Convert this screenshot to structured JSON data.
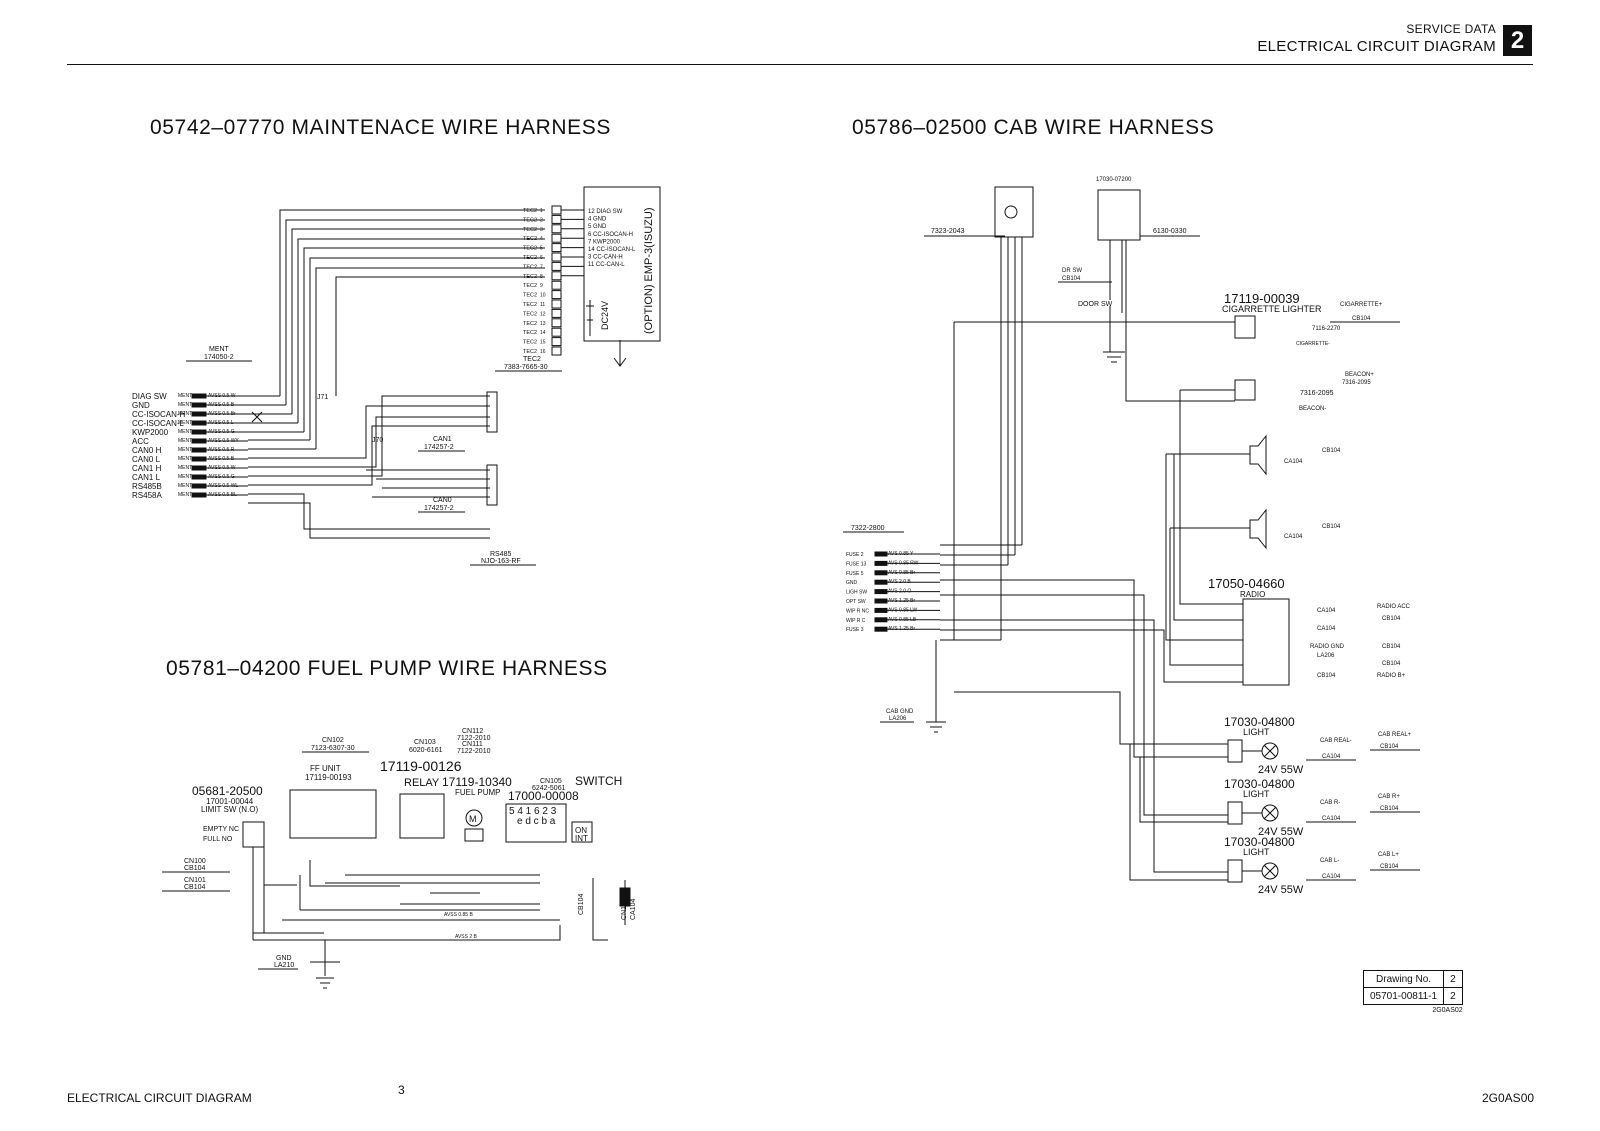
{
  "header": {
    "section": "SERVICE DATA",
    "title": "ELECTRICAL CIRCUIT DIAGRAM",
    "chapter": "2"
  },
  "sections": {
    "maintenance": "05742–07770  MAINTENACE WIRE HARNESS",
    "fuel_pump": "05781–04200  FUEL PUMP WIRE HARNESS",
    "cab": "05786–02500  CAB WIRE HARNESS"
  },
  "maintenance": {
    "signals": [
      "DIAG SW",
      "GND",
      "CC-ISOCAN-H",
      "CC-ISOCAN-L",
      "KWP2000",
      "ACC",
      "CAN0 H",
      "CAN0 L",
      "CAN1 H",
      "CAN1 L",
      "RS485B",
      "RS458A"
    ],
    "wires": [
      "AVSS 0.5 W",
      "AVSS 0.5 B",
      "AVSS 0.5 Br",
      "AVSS 0.5 L",
      "AVSS 0.5 G",
      "AVSS 0.5 WY",
      "AVSS 0.5 R",
      "AVSS 0.5 B",
      "AVSS 0.5 W",
      "AVSS 0.5 G",
      "AVSS 0.5 WL",
      "AVSS 0.5 BL"
    ],
    "ment_label": "MENT",
    "ment_part": "174050-2",
    "tec_label": "TEC2",
    "tec_part": "7383-7665-30",
    "emp_pins": [
      "12 DIAG SW",
      "4 GND",
      "5 GND",
      "6 CC-ISOCAN-H",
      "7 KWP2000",
      "14 CC-ISOCAN-L",
      "3 CC-CAN-H",
      "11 CC-CAN-L"
    ],
    "emp_label": "(OPTION) EMP-3(ISUZU)",
    "dc": "DC24V",
    "can1_label": "CAN1",
    "can0_label": "CAN0",
    "can_part": "174257-2",
    "rs485_label": "RS485",
    "rs485_part": "NJO-163-RF",
    "j71": "J71",
    "j70": "J70"
  },
  "fuel": {
    "limit_sw_part": "05681-20500",
    "limit_sw_sub": "17001-00044",
    "limit_sw_name": "LIMIT SW (N.O)",
    "empty": "EMPTY NC",
    "full": "FULL NO",
    "ff_unit": "FF UNIT",
    "ff_part": "17119-00193",
    "cn102": "CN102",
    "cn102_part": "7123-6307-30",
    "cn103": "CN103",
    "cn103_part": "6020-6161",
    "relay_part": "17119-00126",
    "relay": "RELAY",
    "cn111": "CN111",
    "cn111_part": "7122-2010",
    "cn112": "CN112",
    "cn112_part": "7122-2010",
    "pump_part": "17119-10340",
    "pump": "FUEL PUMP",
    "cn105": "CN105",
    "cn105_part": "6242-5061",
    "switch_part": "17000-00008",
    "switch": "SWITCH",
    "switch_pins": "5 4 1 6 2 3",
    "switch_row2": "e d c b a",
    "on": "ON",
    "int": "INT",
    "cn100": "CN100",
    "cb104": "CB104",
    "cn101": "CN101",
    "gnd": "GND",
    "la210": "LA210",
    "cn109": "CN109",
    "ca104": "CA104",
    "wire_avss085": "AVSS 0.85 B",
    "wire_avss2b": "AVSS 2 B"
  },
  "cab": {
    "c7323": "7323-2043",
    "c17030": "17030-07200",
    "c6130": "6130-0330",
    "dr_sw": "DR SW",
    "cb104": "CB104",
    "door_sw": "DOOR SW",
    "cig_part": "17119-00039",
    "cig": "CIGARRETTE LIGHTER",
    "cig_plus": "CIGARRETTE+",
    "cig_minus": "CIGARRETTE-",
    "c7116": "7116-2270",
    "beacon_plus": "BEACON+",
    "beacon_minus": "BEACON-",
    "c7316": "7316-2095",
    "ca104": "CA104",
    "c7322": "7322-2800",
    "fuses": [
      "FUSE 2",
      "FUSE 13",
      "FUSE 5",
      "GND",
      "LIGH SW",
      "OPT SW",
      "WIP R NC",
      "WIP R C",
      "FUSE 3"
    ],
    "fuse_wires": [
      "AVS 0.85 Y",
      "AVS 0.85 RW",
      "AVS 0.85 Br",
      "AVS 2.0 B",
      "AVS 2.0 O",
      "AVS 1.25 Br",
      "AVS 0.85 LW",
      "AVS 0.85 LB",
      "AVS 1.25 Br"
    ],
    "radio_part": "17050-04660",
    "radio": "RADIO",
    "radio_acc": "RADIO ACC",
    "radio_gnd": "RADIO GND",
    "radio_b": "RADIO B+",
    "la206": "LA206",
    "cab_gnd": "CAB GND",
    "light_part": "17030-04800",
    "light": "LIGHT",
    "lamp": "24V 55W",
    "cab_real_plus": "CAB REAL+",
    "cab_real_minus": "CAB REAL-",
    "cab_r_plus": "CAB R+",
    "cab_r_minus": "CAB R-",
    "cab_l_plus": "CAB L+",
    "cab_l_minus": "CAB L-"
  },
  "title_block": {
    "label": "Drawing No.",
    "number": "05701-00811-1",
    "sheet_top": "2",
    "sheet_bottom": "2",
    "code": "2G0AS02"
  },
  "footer": {
    "left": "ELECTRICAL CIRCUIT DIAGRAM",
    "page": "3",
    "right": "2G0AS00"
  }
}
